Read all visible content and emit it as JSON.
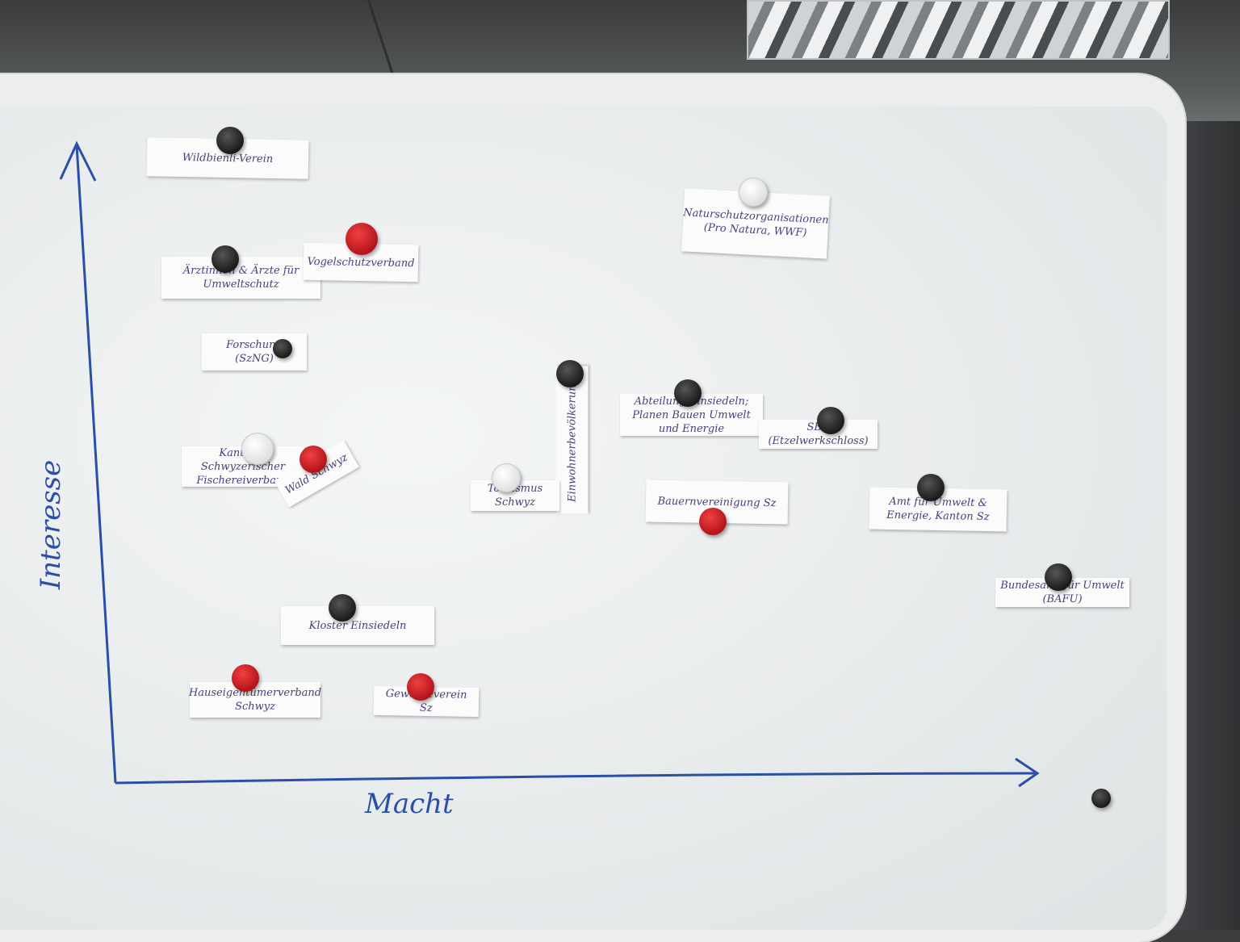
{
  "axes": {
    "y_label": "Interesse",
    "x_label": "Macht"
  },
  "notes": [
    {
      "id": "wildbienen",
      "text": "Wildbienli-Verein",
      "magnet": "black"
    },
    {
      "id": "naturschutz",
      "text": "Naturschutzorganisationen (Pro Natura, WWF)",
      "magnet": "white"
    },
    {
      "id": "aerzte",
      "text": "Ärztinnen & Ärzte für Umweltschutz",
      "magnet": "black"
    },
    {
      "id": "vogelschutz",
      "text": "Vogelschutzverband",
      "magnet": "red"
    },
    {
      "id": "forschung",
      "text": "Forschung (SzNG)",
      "magnet": "black"
    },
    {
      "id": "einwohner",
      "text": "Einwohnerbevölkerung",
      "magnet": "black"
    },
    {
      "id": "abteilung",
      "text": "Abteilung Einsiedeln; Planen Bauen Umwelt und Energie",
      "magnet": "black"
    },
    {
      "id": "sbb",
      "text": "SBB (Etzelwerkschloss)",
      "magnet": "black"
    },
    {
      "id": "fischerei",
      "text": "Kantonal Schwyzerischer Fischereiverband",
      "magnet": "white"
    },
    {
      "id": "wald",
      "text": "Wald Schwyz",
      "magnet": "red"
    },
    {
      "id": "tourismus",
      "text": "Tourismus Schwyz",
      "magnet": "white"
    },
    {
      "id": "bauern",
      "text": "Bauernvereinigung Sz",
      "magnet": "red"
    },
    {
      "id": "amt",
      "text": "Amt für Umwelt & Energie, Kanton Sz",
      "magnet": "black"
    },
    {
      "id": "bafu",
      "text": "Bundesamt für Umwelt (BAFU)",
      "magnet": "black"
    },
    {
      "id": "kloster",
      "text": "Kloster Einsiedeln",
      "magnet": "black"
    },
    {
      "id": "hauseigentuemer",
      "text": "Hauseigentümerverband Schwyz",
      "magnet": "red"
    },
    {
      "id": "gewerbe",
      "text": "Gewerbeverein Sz",
      "magnet": "red"
    }
  ],
  "colors": {
    "marker": "#2a4fa8",
    "handwriting": "#4b3e7a",
    "magnet_black": "#1b1b1b",
    "magnet_red": "#c0161f",
    "magnet_white": "#f2f2f2"
  }
}
